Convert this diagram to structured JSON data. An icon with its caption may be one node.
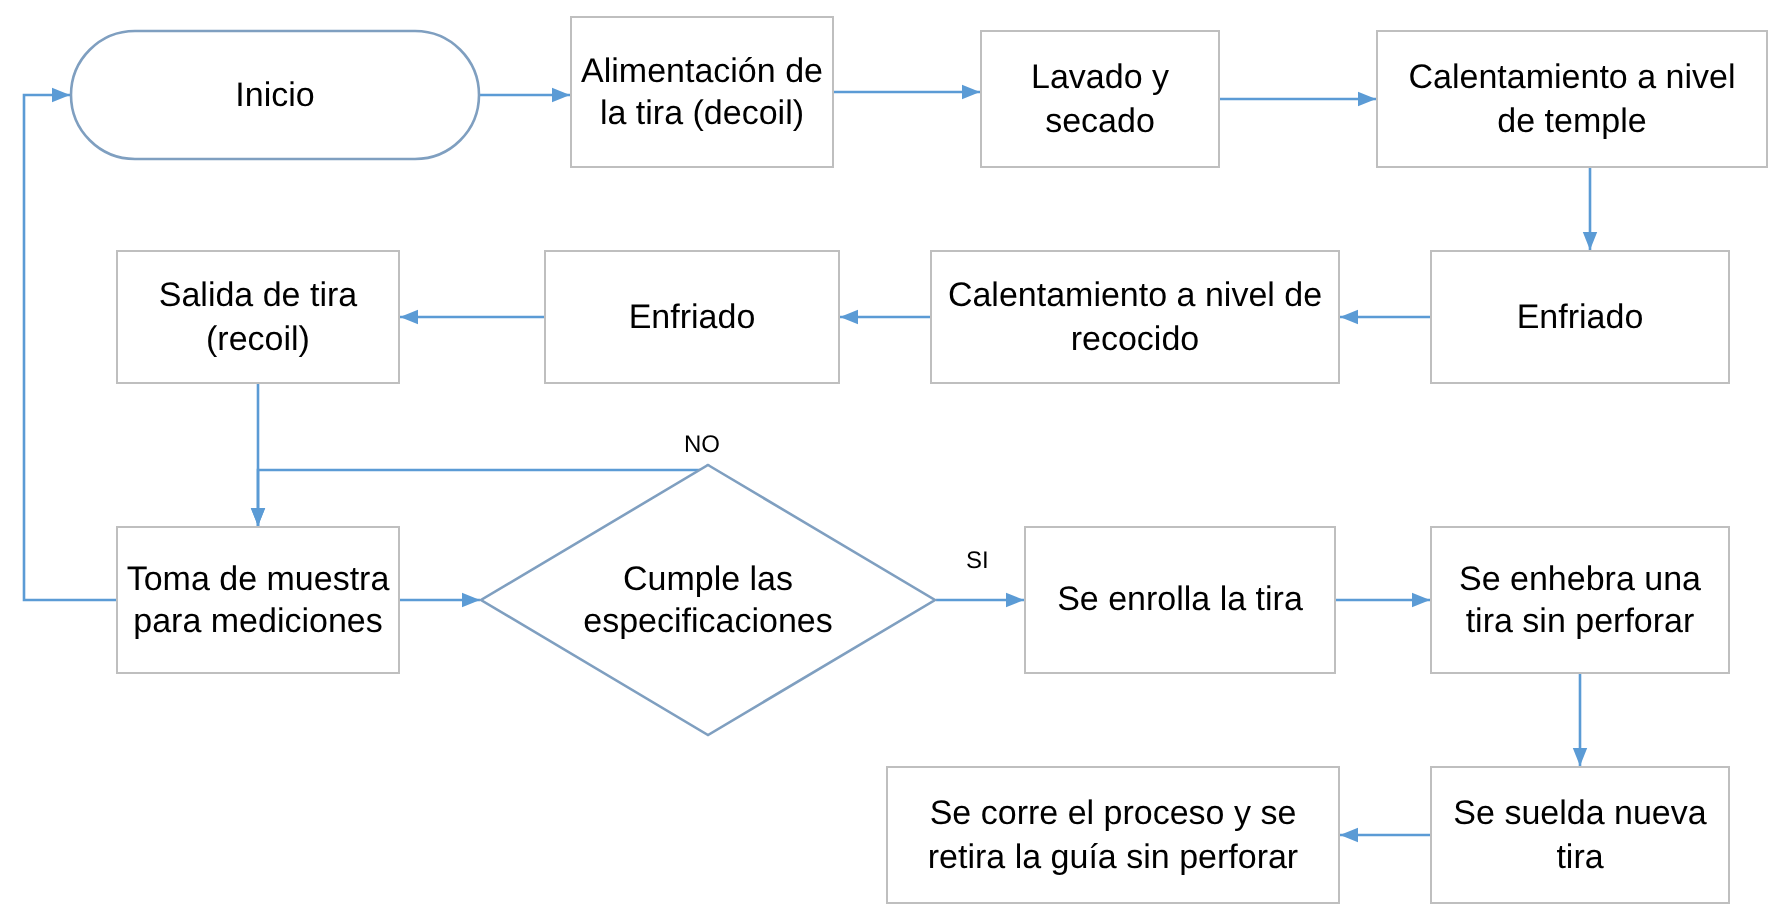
{
  "diagram": {
    "nodes": [
      {
        "text": [
          "Inicio"
        ]
      },
      {
        "text": [
          "Alimentación de la tira (decoil)"
        ]
      },
      {
        "text": [
          "Lavado y secado"
        ]
      },
      {
        "text": [
          "Calentamiento a nivel de temple"
        ]
      },
      {
        "text": [
          "Enfriado"
        ]
      },
      {
        "text": [
          "Calentamiento a nivel de recocido"
        ]
      },
      {
        "text": [
          "Enfriado"
        ]
      },
      {
        "text": [
          "Salida de tira (recoil)"
        ]
      },
      {
        "text": [
          "Toma de muestra para mediciones"
        ]
      },
      {
        "text": [
          "Cumple las especificaciones"
        ]
      },
      {
        "text": [
          "Se enrolla la tira"
        ]
      },
      {
        "text": [
          "Se enhebra una tira sin perforar"
        ]
      },
      {
        "text": [
          "Se suelda nueva tira"
        ]
      },
      {
        "text": [
          "Se corre el proceso y se retira la guía sin perforar"
        ]
      }
    ],
    "edges": [
      {
        "from": 0,
        "to": 1,
        "arrow": "to"
      },
      {
        "from": 1,
        "to": 2,
        "arrow": "to"
      },
      {
        "from": 2,
        "to": 3,
        "arrow": "to"
      },
      {
        "from": 3,
        "to": 4,
        "arrow": "to"
      },
      {
        "from": 4,
        "to": 5,
        "arrow": "to"
      },
      {
        "from": 5,
        "to": 6,
        "arrow": "to"
      },
      {
        "from": 6,
        "to": 7,
        "arrow": "to"
      },
      {
        "from": 7,
        "to": 8,
        "arrow": "to"
      },
      {
        "from": 8,
        "to": 9,
        "arrow": "to"
      },
      {
        "from": 9,
        "to": 10,
        "arrow": "to",
        "label": "SI"
      },
      {
        "from": 9,
        "to": 8,
        "arrow": "to",
        "label": "NO"
      },
      {
        "from": 8,
        "to": 0,
        "arrow": "to"
      },
      {
        "from": 10,
        "to": 11,
        "arrow": "to"
      },
      {
        "from": 11,
        "to": 12,
        "arrow": "to"
      },
      {
        "from": 12,
        "to": 13,
        "arrow": "to"
      }
    ]
  }
}
